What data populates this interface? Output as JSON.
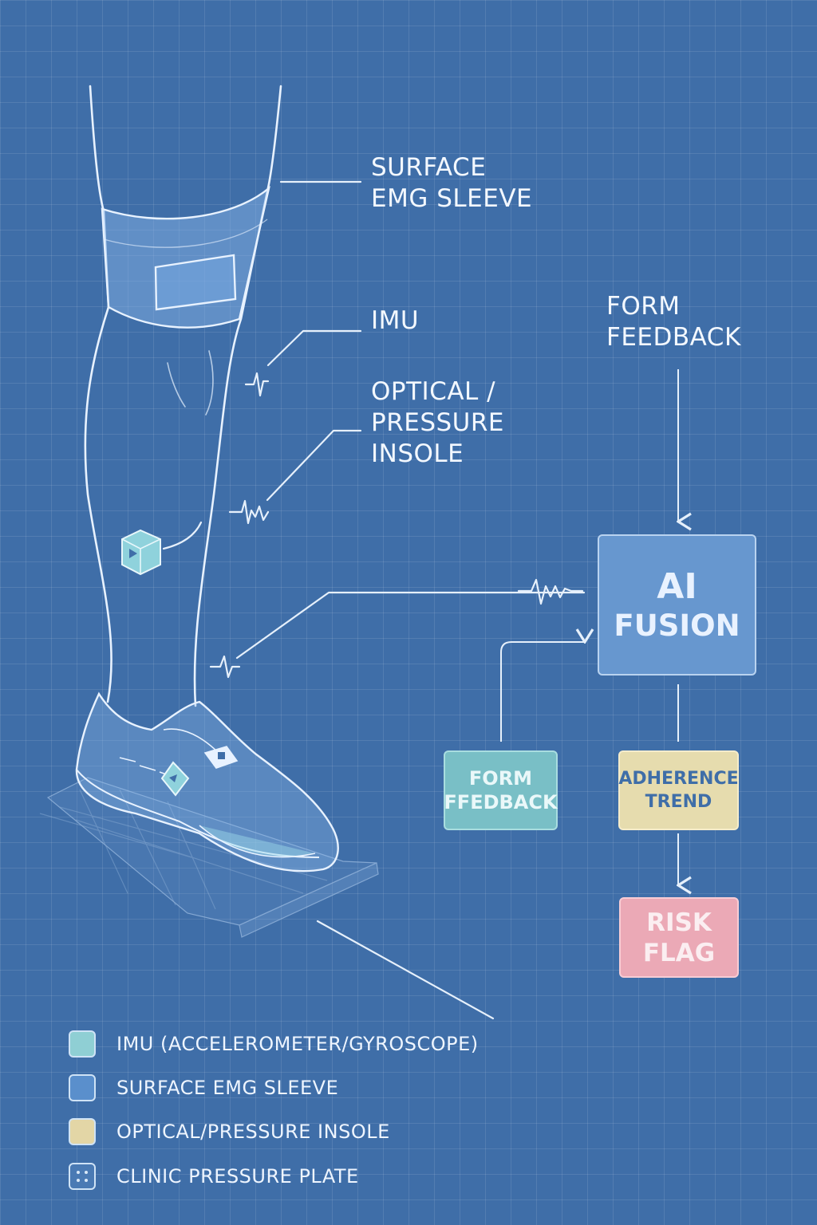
{
  "labels": {
    "emg_sleeve": [
      "SURFACE",
      "EMG SLEEVE"
    ],
    "imu": "IMU",
    "insole": [
      "OPTICAL /",
      "PRESSURE",
      "INSOLE"
    ],
    "form_feedback_top": [
      "FORM",
      "FEEDBACK"
    ]
  },
  "boxes": {
    "ai_fusion": [
      "AI",
      "FUSION"
    ],
    "form_feedback": [
      "FORM",
      "FFEDBACK"
    ],
    "adherence_trend": [
      "ADHERENCE",
      "TREND"
    ],
    "risk_flag": [
      "RISK",
      "FLAG"
    ]
  },
  "legend": [
    {
      "label": "IMU (ACCELEROMETER/GYROSCOPE)",
      "color": "#8fcfd4"
    },
    {
      "label": "SURFACE EMG SLEEVE",
      "color": "#5a8fcc"
    },
    {
      "label": "OPTICAL/PRESSURE INSOLE",
      "color": "#e3d6a6"
    },
    {
      "label": "CLINIC PRESSURE PLATE",
      "color": "#4a7ab4"
    }
  ],
  "colors": {
    "background": "#3f6ea8",
    "ai_fusion": "#6797cf",
    "form_feedback": "#79bfc6",
    "adherence_trend": "#e6dcae",
    "risk_flag": "#eba9b6"
  }
}
